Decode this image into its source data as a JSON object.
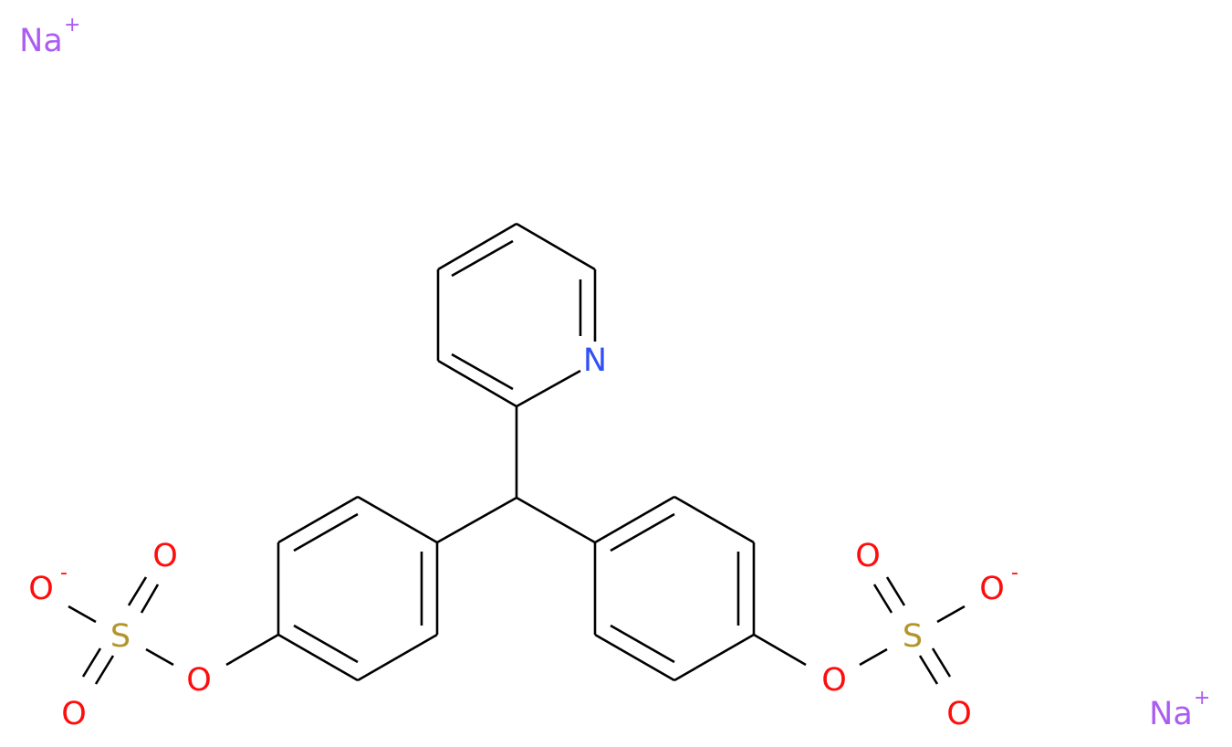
{
  "molecule": {
    "atoms": {
      "na1": "Na",
      "na1_charge": "+",
      "na2": "Na",
      "na2_charge": "+",
      "n": "N",
      "o_left_bridge": "O",
      "s_left": "S",
      "o_left_minus": "O",
      "o_left_minus_charge": "-",
      "o_left_top": "O",
      "o_left_bottom": "O",
      "o_right_bridge": "O",
      "s_right": "S",
      "o_right_minus": "O",
      "o_right_minus_charge": "-",
      "o_right_top": "O",
      "o_right_bottom": "O"
    },
    "colors": {
      "bond": "#000000",
      "oxygen": "#FF0D0D",
      "nitrogen": "#3050F8",
      "sulfur": "#B2962A",
      "sodium": "#AB5CF2"
    }
  }
}
